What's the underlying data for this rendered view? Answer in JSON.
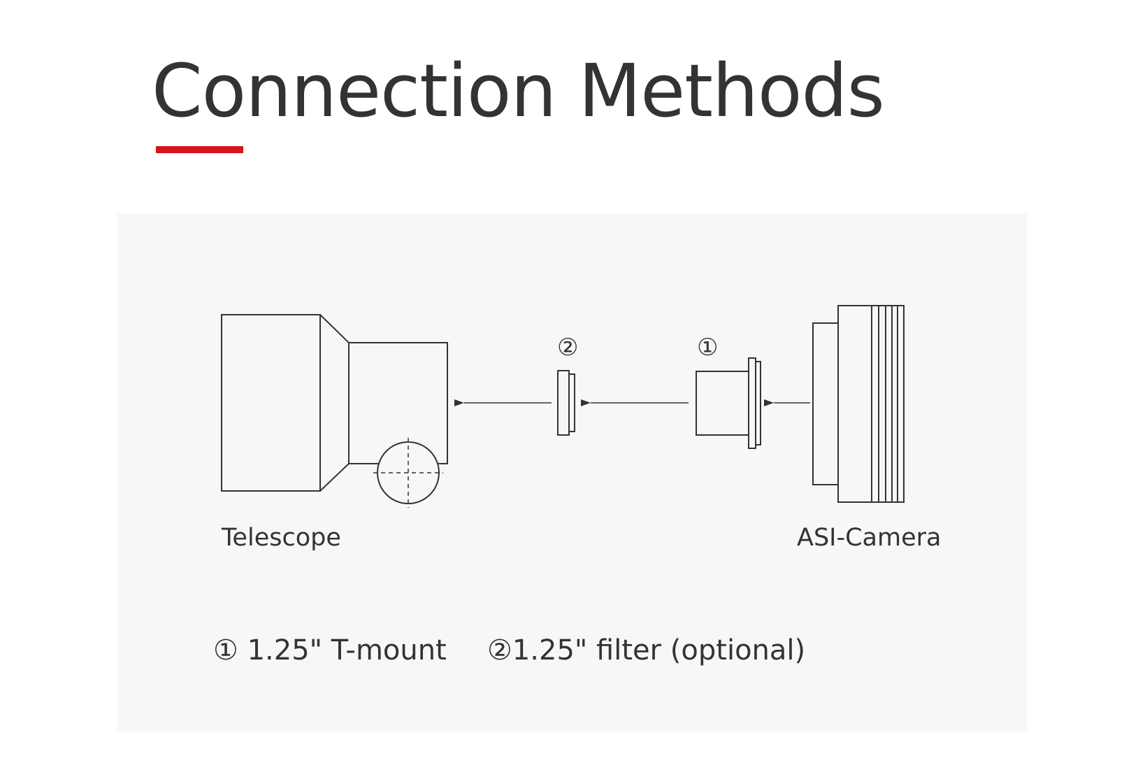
{
  "header": {
    "title": "Connection Methods",
    "accent_color": "#d8141b"
  },
  "diagram": {
    "background_color": "#f7f7f7",
    "stroke_color": "#333333",
    "labels": {
      "telescope": "Telescope",
      "camera": "ASI-Camera"
    },
    "markers": {
      "t_mount": "①",
      "filter": "②"
    },
    "legend": [
      {
        "id": "t_mount",
        "text": "① 1.25\" T-mount"
      },
      {
        "id": "filter",
        "text": "②1.25\" filter (optional)"
      }
    ]
  }
}
